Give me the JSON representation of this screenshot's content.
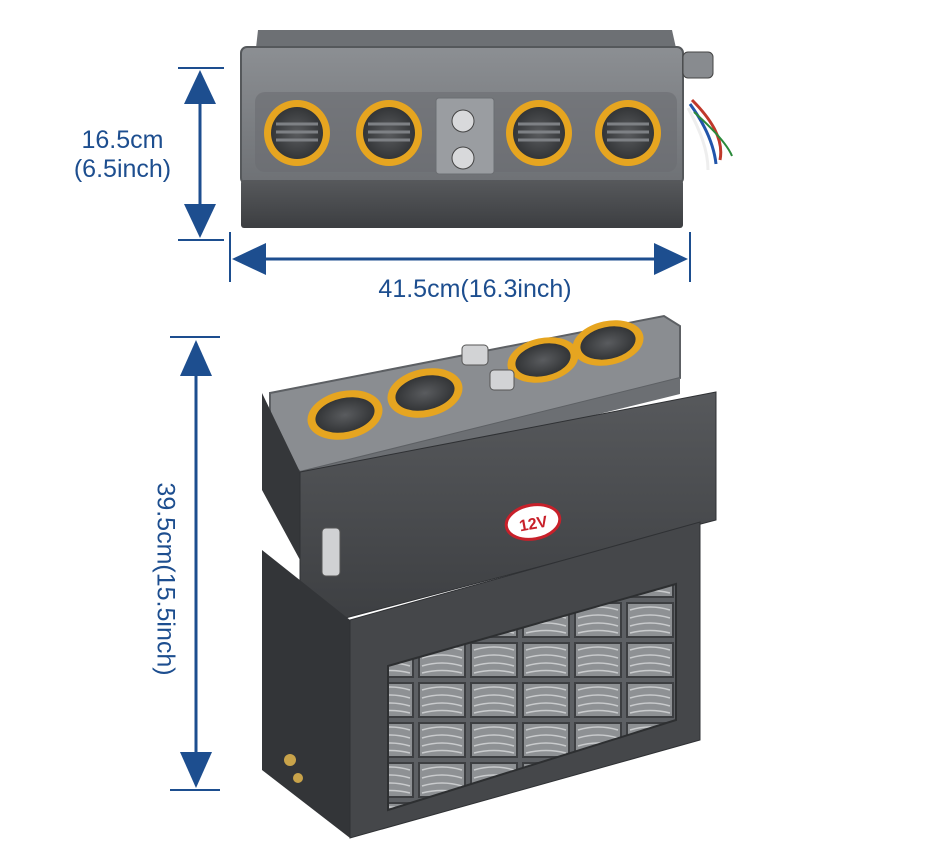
{
  "dimensions": {
    "top_view_height_cm": "16.5cm",
    "top_view_height_inch": "(6.5inch)",
    "width": "41.5cm(16.3inch)",
    "side_view_height": "39.5cm(15.5inch)"
  },
  "badge": {
    "label": "12V"
  },
  "colors": {
    "dimension": "#1d4e8f",
    "vent_ring": "#e6a520",
    "body_dark": "#4b4d50",
    "body_grey": "#7b7e82",
    "badge_red": "#c8202a"
  }
}
